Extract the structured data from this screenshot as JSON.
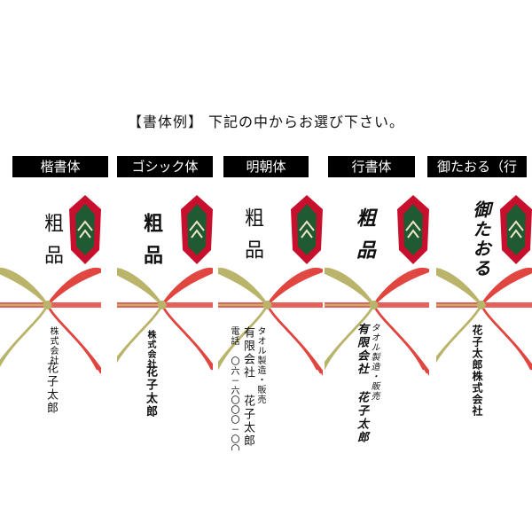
{
  "heading": "【書体例】 下記の中からお選び下さい。",
  "styles": [
    {
      "label": "楷書体",
      "title": "粗品",
      "company": "株式会社",
      "name": "花子太郎"
    },
    {
      "label": "ゴシック体",
      "title": "粗品",
      "company": "株式会社",
      "name": "花子太郎"
    },
    {
      "label": "明朝体",
      "title": "粗品",
      "line1": "タオル製造・販売",
      "line2": "有限会社 花子太郎",
      "line3": "電話 〇六－六〇〇〇－〇〇〇〇"
    },
    {
      "label": "行書体",
      "title": "粗品",
      "line1": "タオル製造・販売",
      "line2": "有限会社 花子太郎"
    },
    {
      "label": "御たおる（行書）",
      "title": "御たおる",
      "company": "花子太郎株式会社"
    }
  ],
  "colors": {
    "label_bg": "#000000",
    "ribbon_red": "#e0463f",
    "ribbon_gold": "#b9b46a",
    "noshi_red": "#c8102e",
    "noshi_green": "#1f5a32"
  }
}
